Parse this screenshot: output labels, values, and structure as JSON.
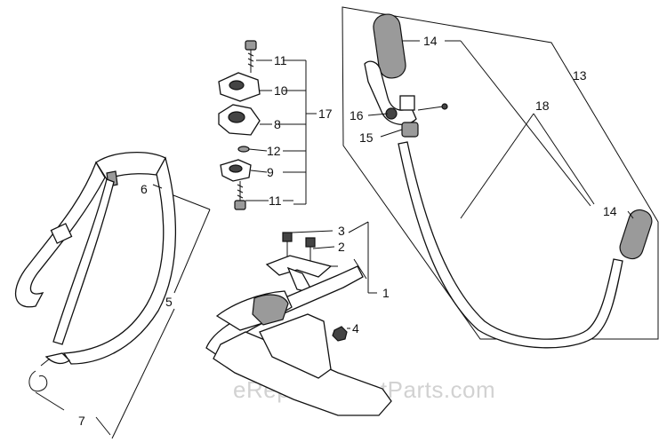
{
  "diagram": {
    "callouts": [
      {
        "id": "c11a",
        "text": "11"
      },
      {
        "id": "c10",
        "text": "10"
      },
      {
        "id": "c8",
        "text": "8"
      },
      {
        "id": "c17",
        "text": "17"
      },
      {
        "id": "c12",
        "text": "12"
      },
      {
        "id": "c9",
        "text": "9"
      },
      {
        "id": "c11b",
        "text": "11"
      },
      {
        "id": "c14a",
        "text": "14"
      },
      {
        "id": "c13",
        "text": "13"
      },
      {
        "id": "c18",
        "text": "18"
      },
      {
        "id": "c16",
        "text": "16"
      },
      {
        "id": "c15",
        "text": "15"
      },
      {
        "id": "c14b",
        "text": "14"
      },
      {
        "id": "c6",
        "text": "6"
      },
      {
        "id": "c5",
        "text": "5"
      },
      {
        "id": "c7",
        "text": "7"
      },
      {
        "id": "c3",
        "text": "3"
      },
      {
        "id": "c2",
        "text": "2"
      },
      {
        "id": "c1",
        "text": "1"
      },
      {
        "id": "c4",
        "text": "4"
      }
    ],
    "watermark": "eReplacementParts.com"
  }
}
